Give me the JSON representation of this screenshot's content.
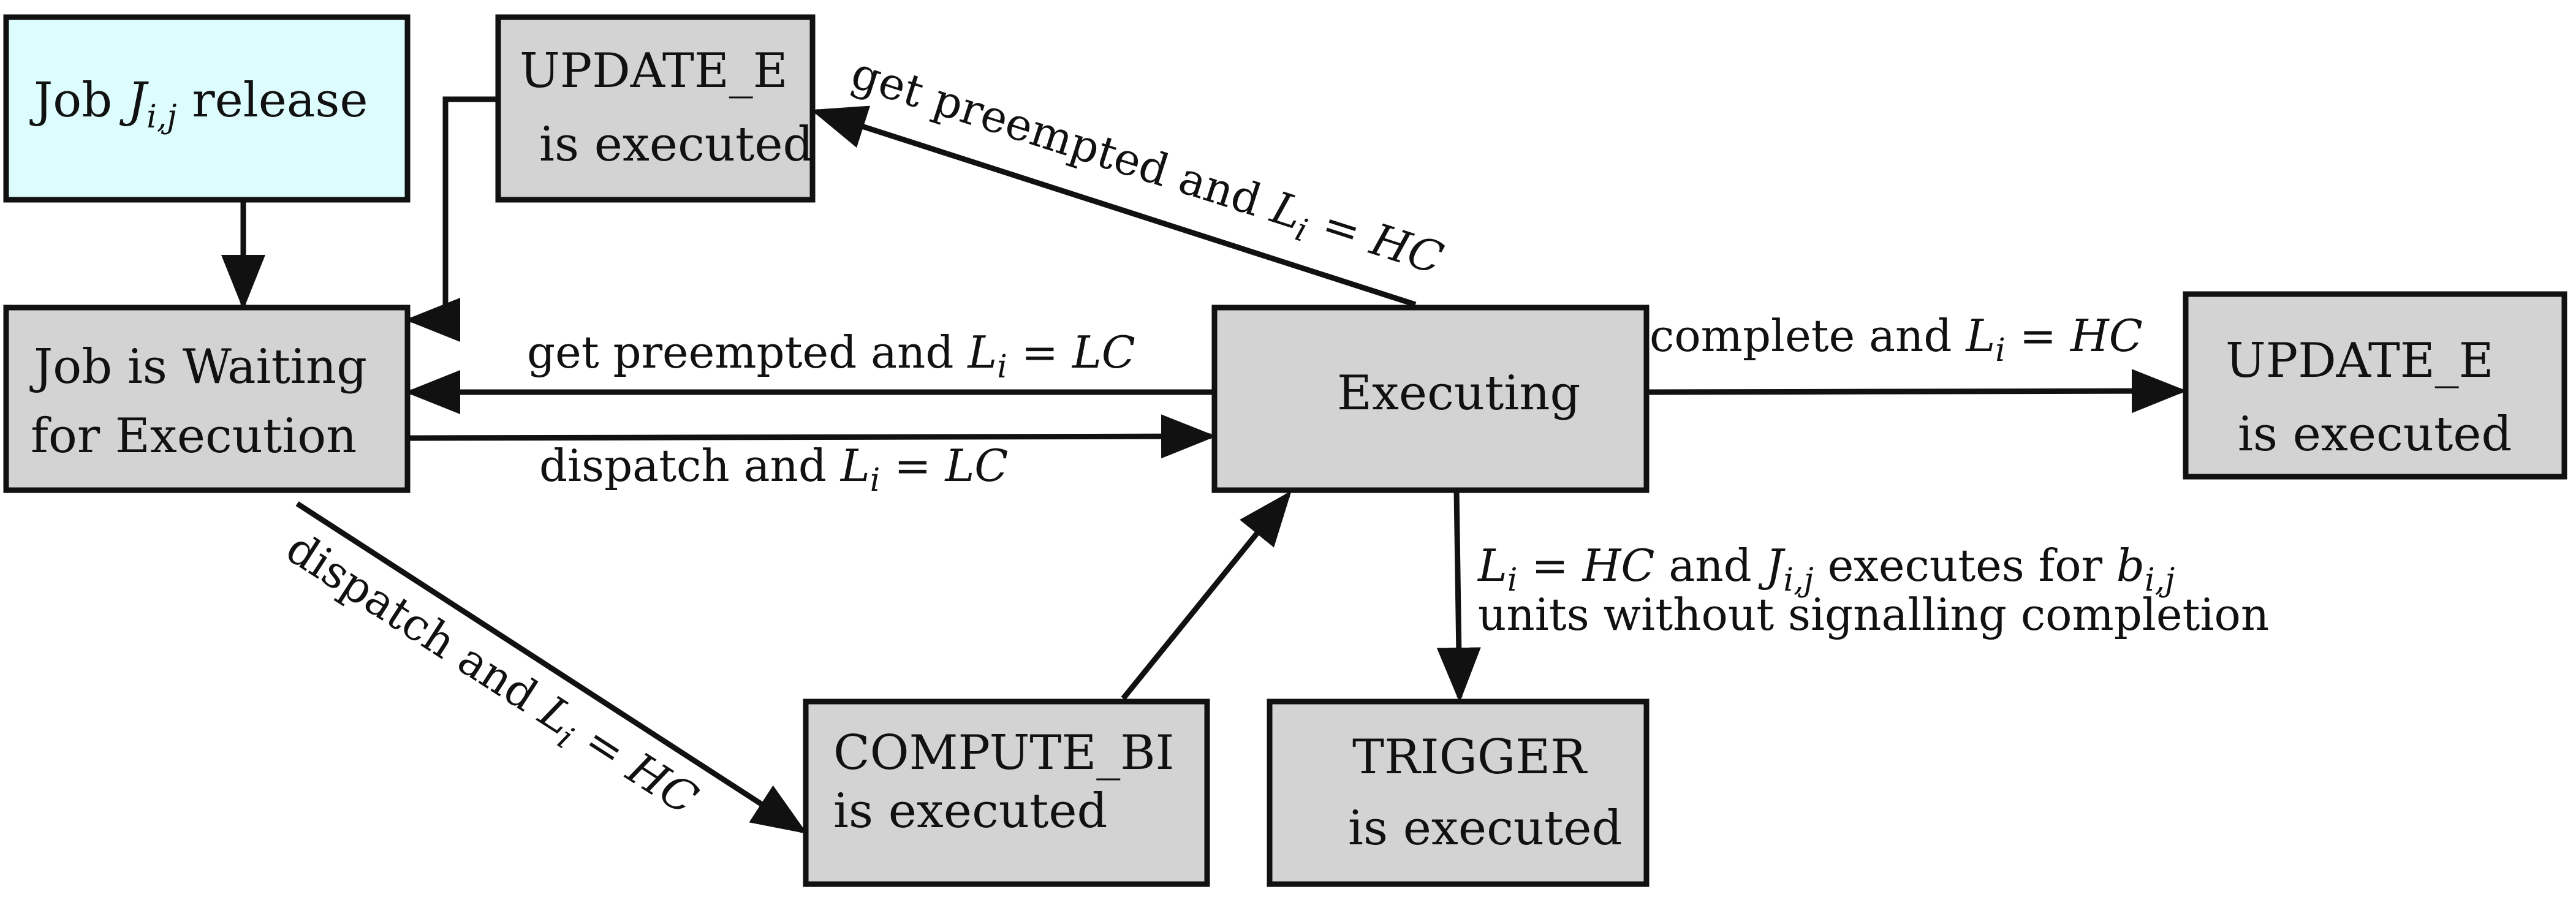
{
  "colors": {
    "node_fill": "#d3d3d3",
    "start_fill": "#dcfcfd",
    "stroke": "#111111"
  },
  "nodes": {
    "release": {
      "pre": "Job ",
      "var": "J",
      "sub": "i,j",
      "post": " release"
    },
    "update_top": {
      "line1": "UPDATE_E",
      "line2": "is executed"
    },
    "waiting": {
      "line1": "Job is Waiting",
      "line2": "for Execution"
    },
    "executing": {
      "label": "Executing"
    },
    "update_right": {
      "line1": "UPDATE_E",
      "line2": "is executed"
    },
    "compute": {
      "line1": "COMPUTE_BI",
      "line2": "is executed"
    },
    "trigger": {
      "line1": "TRIGGER",
      "line2": "is executed"
    }
  },
  "edges": {
    "preempt_hc": {
      "text": "get preempted and ",
      "var": "L",
      "sub": "i",
      "eq": " = ",
      "val": "HC"
    },
    "preempt_lc": {
      "text": "get preempted and ",
      "var": "L",
      "sub": "i",
      "eq": " = ",
      "val": "LC"
    },
    "dispatch_lc": {
      "text": "dispatch and ",
      "var": "L",
      "sub": "i",
      "eq": " = ",
      "val": "LC"
    },
    "dispatch_hc": {
      "text": "dispatch and ",
      "var": "L",
      "sub": "i",
      "eq": " = ",
      "val": "HC"
    },
    "complete_hc": {
      "text": "complete and ",
      "var": "L",
      "sub": "i",
      "eq": " = ",
      "val": "HC"
    },
    "trigger_cond": {
      "var1": "L",
      "sub1": "i",
      "eq": " = ",
      "val": "HC",
      "and": " and ",
      "var2": "J",
      "sub2": "i,j",
      "mid": " executes for ",
      "var3": "b",
      "sub3": "i,j",
      "line2": "units without signalling completion"
    }
  }
}
